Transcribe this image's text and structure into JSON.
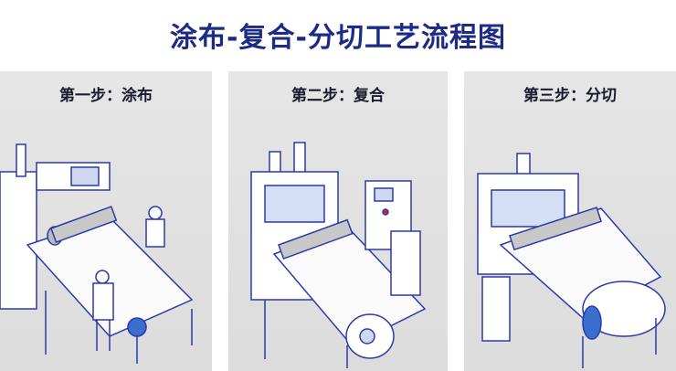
{
  "title": "涂布-复合-分切工艺流程图",
  "steps": [
    {
      "label": "第一步：涂布"
    },
    {
      "label": "第二步：复合"
    },
    {
      "label": "第三步：分切"
    }
  ],
  "colors": {
    "title": "#1d2b86",
    "line": "#2a3aa8",
    "panel": "#e2e2e2"
  }
}
